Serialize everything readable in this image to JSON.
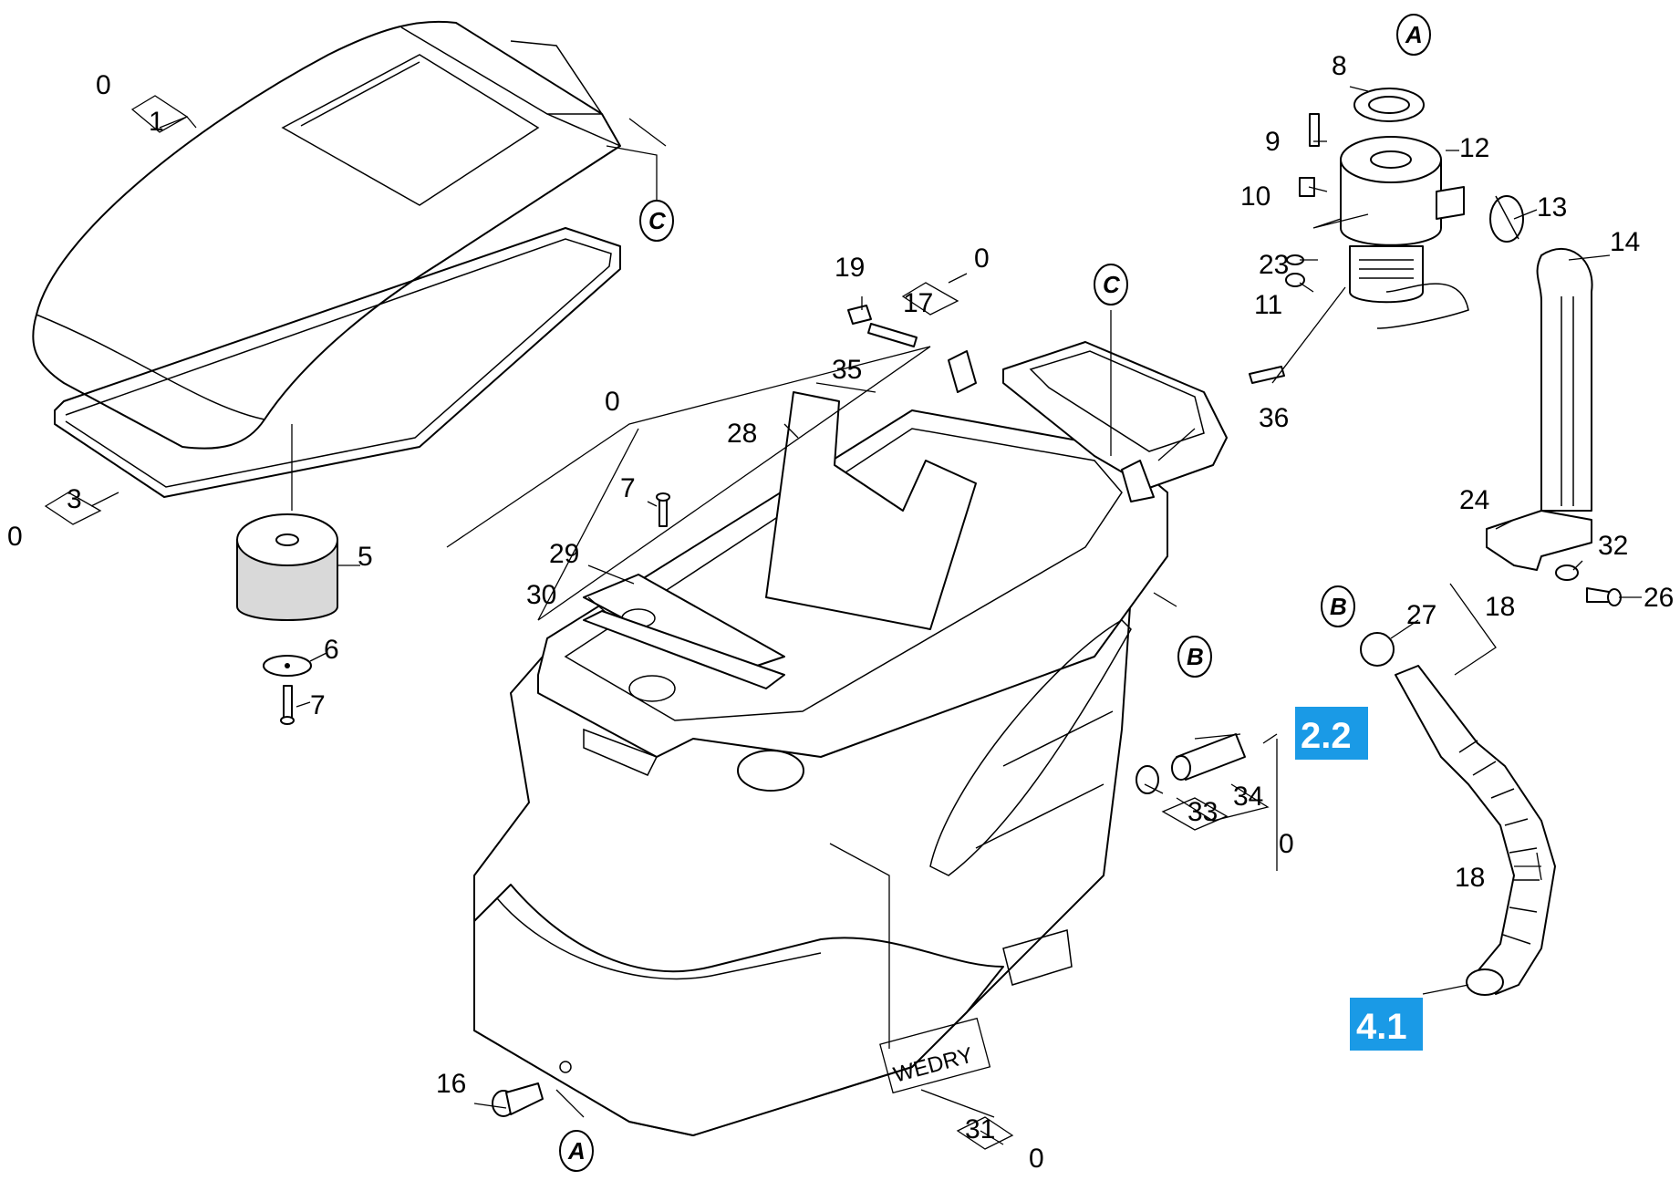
{
  "labels": {
    "p1": "1",
    "p3": "3",
    "p5": "5",
    "p6": "6",
    "p7a": "7",
    "p7b": "7",
    "p8": "8",
    "p9": "9",
    "p10": "10",
    "p11": "11",
    "p12": "12",
    "p13": "13",
    "p14": "14",
    "p16": "16",
    "p17": "17",
    "p18a": "18",
    "p18b": "18",
    "p19": "19",
    "p23": "23",
    "p24": "24",
    "p26": "26",
    "p27": "27",
    "p28": "28",
    "p29": "29",
    "p30": "30",
    "p31": "31",
    "p32": "32",
    "p33": "33",
    "p34": "34",
    "p35": "35",
    "p36": "36",
    "z_1": "0",
    "z_3": "0",
    "z_17": "0",
    "z_main": "0",
    "z_34": "0",
    "z_31": "0"
  },
  "connectors": {
    "a_top": "A",
    "a_bottom": "A",
    "b_left": "B",
    "b_right": "B",
    "c_top": "C",
    "c_mid": "C"
  },
  "references": {
    "ref_2_2": "2.2",
    "ref_4_1": "4.1"
  },
  "stamp": {
    "text": "WEDRY"
  },
  "colors": {
    "reference_box": "#1a9ae6",
    "filter_shade": "#d9d9d9"
  }
}
